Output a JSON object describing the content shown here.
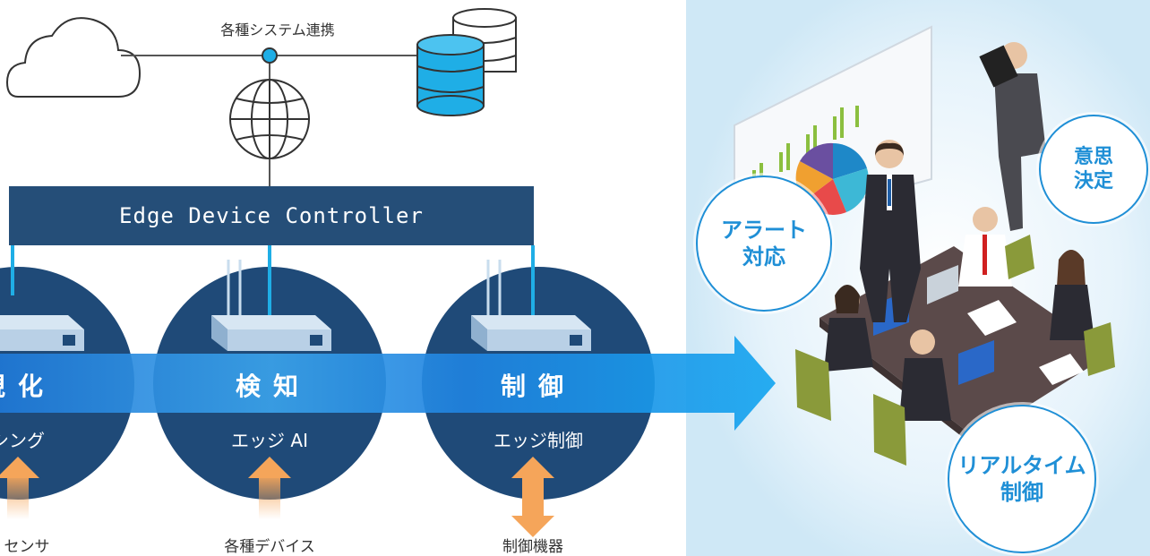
{
  "top": {
    "system_label": "各種システム連携"
  },
  "controller": {
    "label": "Edge Device Controller"
  },
  "stages": [
    {
      "title": "視化",
      "subtitle": "シング",
      "bottom": "センサ"
    },
    {
      "title": "検知",
      "subtitle": "エッジ AI",
      "bottom": "各種デバイス"
    },
    {
      "title": "制御",
      "subtitle": "エッジ制御",
      "bottom": "制御機器"
    }
  ],
  "badges": {
    "alert": [
      "アラート",
      "対応"
    ],
    "decision": [
      "意思",
      "決定"
    ],
    "realtime": [
      "リアルタイム",
      "制御"
    ]
  },
  "colors": {
    "navy": "#254e78",
    "circle": "#1f4a78",
    "flow_blue": "#1aa3ee",
    "accent_cyan": "#1faee6",
    "orange": "#f5a55a",
    "badge_blue": "#1f8fd6"
  }
}
